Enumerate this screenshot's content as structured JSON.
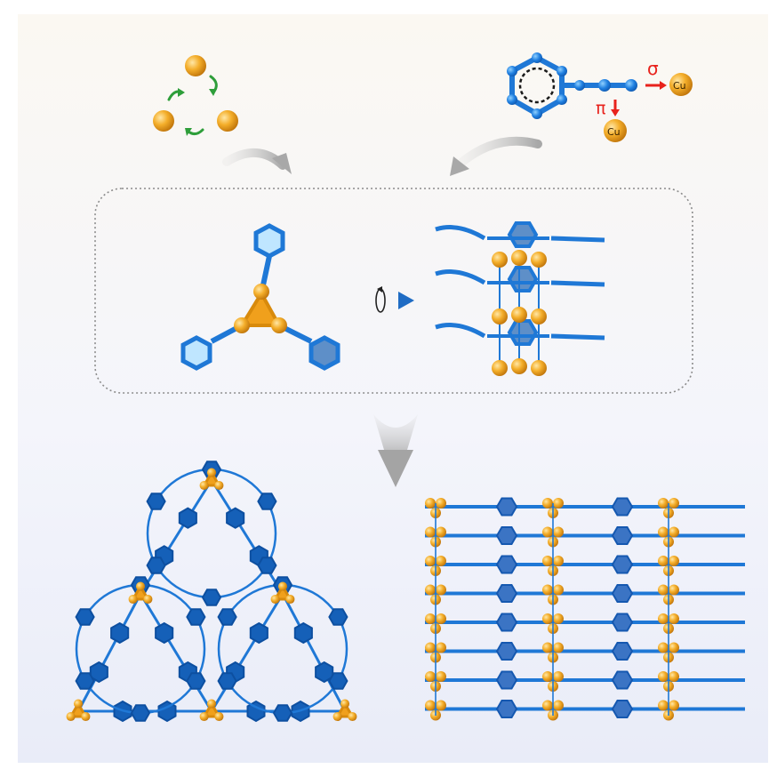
{
  "labels": {
    "sigma": "σ",
    "pi": "π",
    "cu_right": "Cu",
    "cu_bottom": "Cu"
  },
  "colors": {
    "copper": "#f0a01c",
    "ligand_blue": "#1f78d6",
    "ring_fill_light": "#bfe6ff",
    "ring_fill_dark": "#1560b8",
    "arrow_red": "#e8221c",
    "arrow_green": "#2e9e3a",
    "panel_border": "#8c8c8c",
    "flow_arrow": "#b4b4b4"
  },
  "icons": [
    "copper-trimer-icon",
    "phenylacetylide-ligand-icon",
    "trinuclear-copper-complex-icon",
    "rotation-arrow-icon",
    "stacked-column-icon",
    "honeycomb-network-icon",
    "layered-framework-icon"
  ]
}
